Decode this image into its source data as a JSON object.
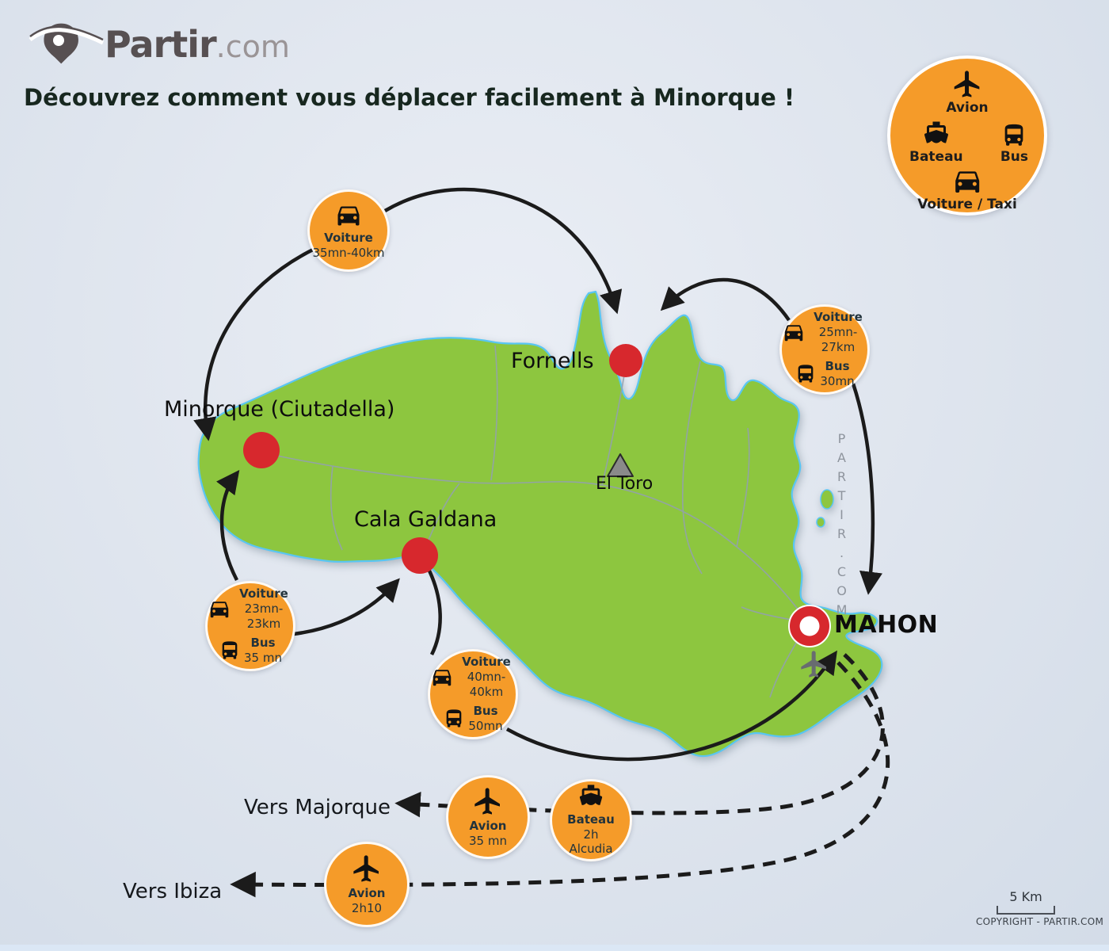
{
  "brand": {
    "name": "Partir",
    "tld": ".com"
  },
  "title": "Découvrez comment vous déplacer facilement à Minorque !",
  "legend": {
    "avion": "Avion",
    "bateau": "Bateau",
    "bus": "Bus",
    "voiture_taxi": "Voiture / Taxi"
  },
  "places": {
    "fornells": "Fornells",
    "ciutadella": "Minorque (Ciutadella)",
    "cala_galdana": "Cala Galdana",
    "mahon": "MAHON",
    "el_toro": "El Toro"
  },
  "external": {
    "majorque": "Vers Majorque",
    "ibiza": "Vers Ibiza"
  },
  "routes": {
    "ciutadella_fornells": {
      "mode": "Voiture",
      "duration": "35mn-40km"
    },
    "fornells_mahon": {
      "car_label": "Voiture",
      "car_value": "25mn-27km",
      "bus_label": "Bus",
      "bus_value": "30mn"
    },
    "ciutadella_cala_galdana": {
      "car_label": "Voiture",
      "car_value": "23mn-23km",
      "bus_label": "Bus",
      "bus_value": "35 mn"
    },
    "cala_galdana_mahon": {
      "car_label": "Voiture",
      "car_value": "40mn-40km",
      "bus_label": "Bus",
      "bus_value": "50mn"
    },
    "mahon_majorque_avion": {
      "mode": "Avion",
      "duration": "35 mn"
    },
    "mahon_alcudia_bateau": {
      "mode": "Bateau",
      "duration": "2h",
      "destination": "Alcudia"
    },
    "mahon_ibiza_avion": {
      "mode": "Avion",
      "duration": "2h10"
    }
  },
  "watermark": "PARTIR.COM",
  "scale_label": "5 Km",
  "copyright": "COPYRIGHT - PARTIR.COM",
  "colors": {
    "accent_orange": "#F59B29",
    "island_green": "#8DC63F",
    "coast_blue": "#59C6F2",
    "marker_red": "#D7282D",
    "background": "#DFE5EE"
  }
}
